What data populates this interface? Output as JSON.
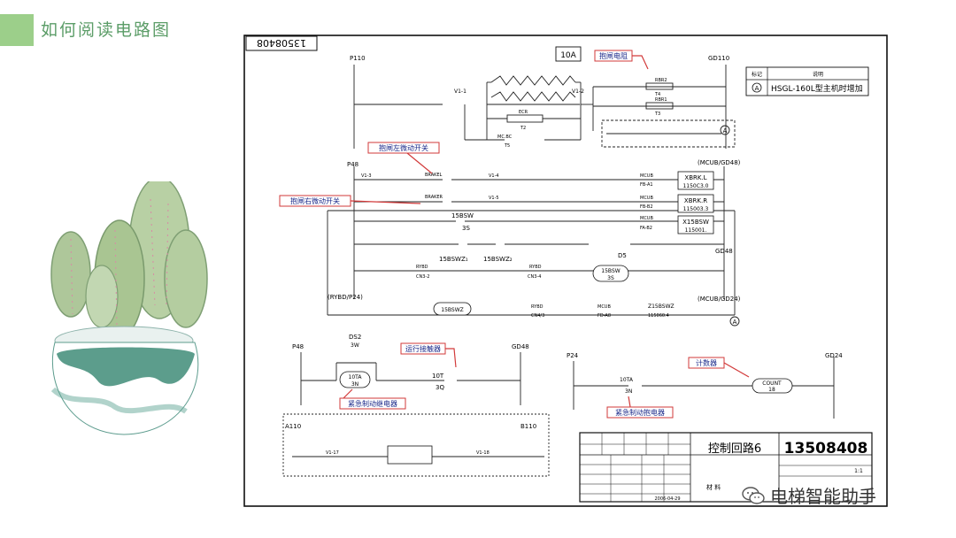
{
  "header": {
    "title": "如何阅读电路图"
  },
  "watermark": {
    "text": "电梯智能助手"
  },
  "drawing": {
    "sheet_number_rotated": "13508408",
    "rating": "10A",
    "table": {
      "col_mark": "标记",
      "col_desc": "说明",
      "mark": "A",
      "desc": "HSGL-160L型主机时增加"
    },
    "nodes": {
      "p110": "P110",
      "gd110": "GD110",
      "p48": "P48",
      "mcub_gd48": "(MCUB/GD48)",
      "gd48_right": "GD48",
      "rybd_p24": "(RYBD/P24)",
      "mcub_gd24": "(MCUB/GD24)",
      "p48_lower": "P48",
      "gd48_lower": "GD48",
      "p24": "P24",
      "gd24": "GD24",
      "a110": "A110",
      "b110": "B110"
    },
    "labels": {
      "brake_coil": "抱闸电阻",
      "left_switch": "抱闸左微动开关",
      "right_switch": "抱闸右微动开关",
      "contactor": "运行接触器",
      "emergency_relay": "紧急制动继电器",
      "emergency_brake_relay": "紧急制动抱电器",
      "counter": "计数器"
    },
    "components": {
      "xbrkl": "XBRK.L",
      "xbrkl_sub": "1150C3.0",
      "xbrkr": "XBRK.R",
      "xbrkr_sub": "115003.3",
      "x15bsw": "X15BSW",
      "x15bsw_sub": "115001.",
      "s15bsw_sw": "15BSW",
      "s15bsw_num": "3S",
      "s15bswz1": "15BSWZ₁",
      "s15bswz2": "15BSWZ₂",
      "rybd1": "RYBD",
      "rybd2": "RYBD",
      "rybd3": "RYBD",
      "cn32": "CN3-2",
      "cn34": "CN3-4",
      "cn43": "CN4/3",
      "d5": "D5",
      "coil_15bsw": "15BSW",
      "coil_3s": "3S",
      "coil_15bswz": "15BSWZ",
      "mcub1": "MCUB",
      "mcub2": "MCUB",
      "mcub3": "MCUB",
      "mcub4": "MCUB",
      "fba1": "FB-A1",
      "fbb2": "FB-B2",
      "fab2": "FA-B2",
      "fda8": "FD-A8",
      "z15bswz": "Z15BSWZ",
      "z15bswz_sub": "115060.4",
      "v13": "V1-3",
      "v14": "V1-4",
      "v15": "V1-5",
      "brakel": "BRAKEL",
      "braker": "BRAKER",
      "ds2": "DS2",
      "ds2_w": "3W",
      "coil_10ta": "10TA",
      "coil_3n": "3N",
      "ten_t": "10T",
      "three_q": "3Q",
      "ten_ta2": "10TA",
      "three_n2": "3N",
      "count": "COUNT",
      "count_sub": "18",
      "v117": "V1-17",
      "v118": "V1-18",
      "v11": "V1-1",
      "v12": "V1-2",
      "rbr2": "RBR2",
      "t4": "T4",
      "rbr1": "RBR1",
      "t3": "T3",
      "ecr": "ECR",
      "t2": "T2",
      "mcbc": "MC.BC",
      "t5": "T5",
      "a_mark1": "A",
      "a_mark2": "A"
    },
    "title_block": {
      "name": "控制回路6",
      "number": "13508408",
      "date": "2006-04-29",
      "material": "材 料",
      "scale": "1:1"
    }
  }
}
